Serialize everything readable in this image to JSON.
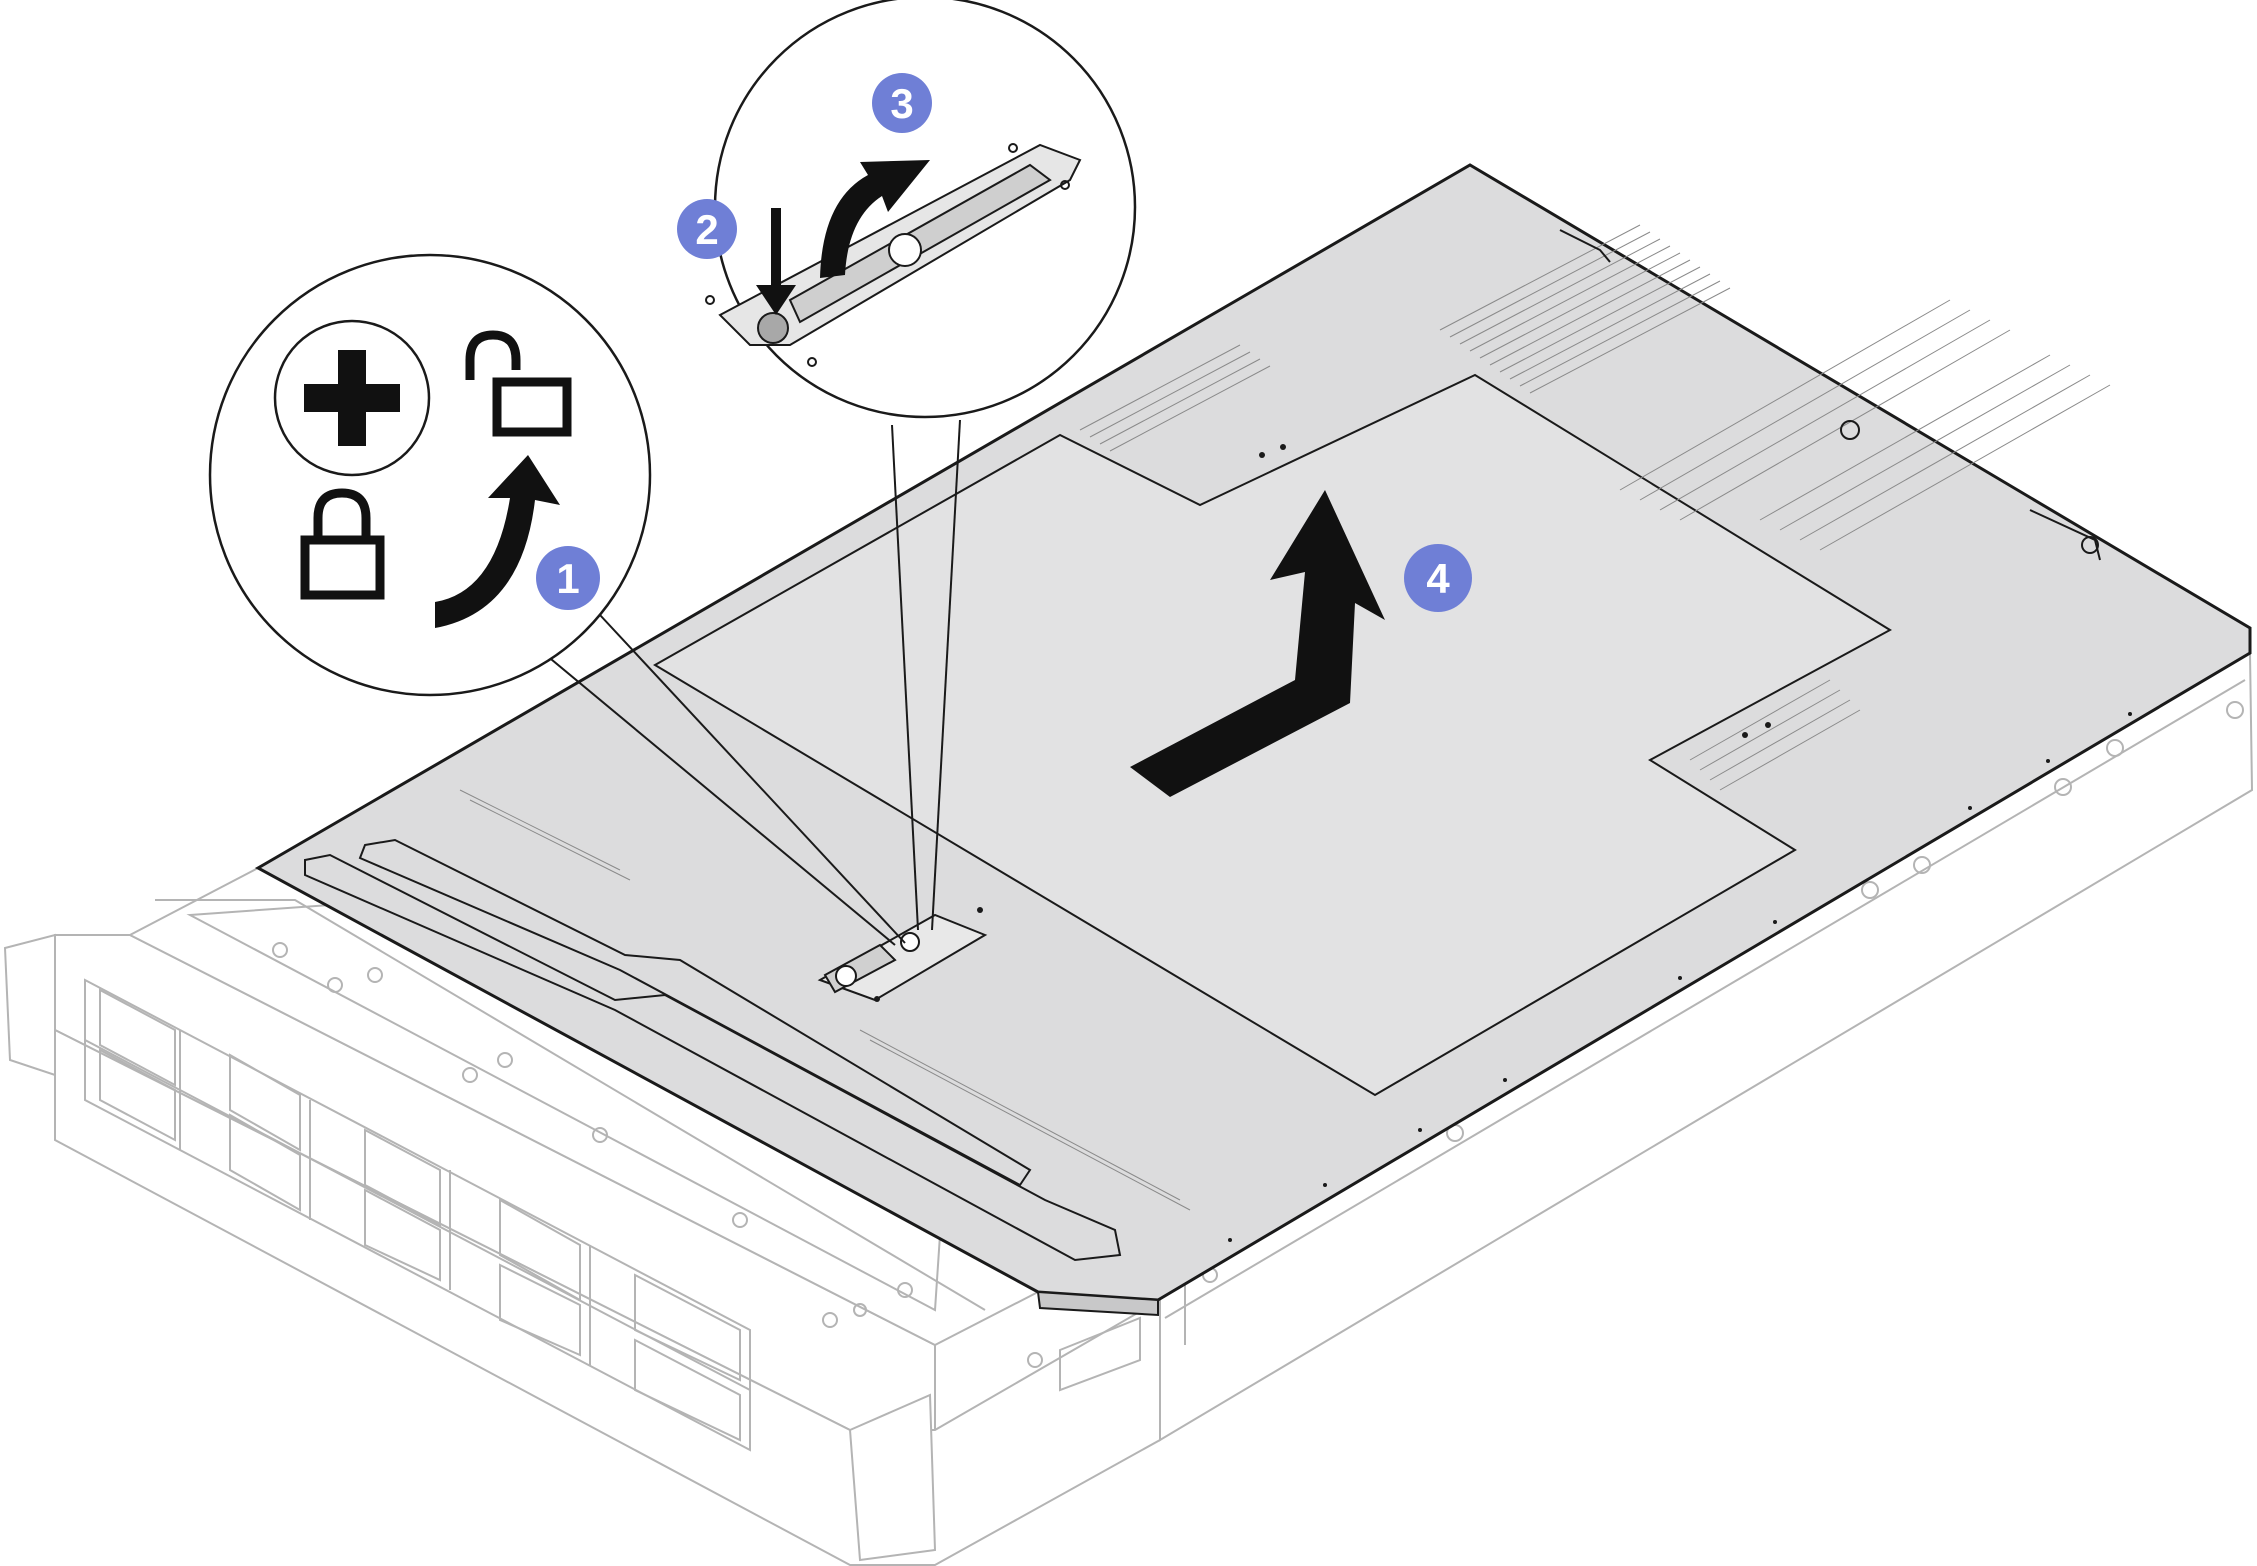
{
  "steps": [
    {
      "number": "1",
      "action": "rotate-latch-unlock",
      "icons": [
        "phillips-screwdriver-icon",
        "lock-icon",
        "unlock-icon"
      ]
    },
    {
      "number": "2",
      "action": "press-latch-button"
    },
    {
      "number": "3",
      "action": "lift-latch-handle"
    },
    {
      "number": "4",
      "action": "slide-cover-to-rear"
    }
  ],
  "colors": {
    "callout_badge": "#6f7fd6",
    "cover_fill": "#dcdcdd",
    "cover_inner_panel": "#e2e2e3",
    "chassis_line": "#b4b4b4",
    "outline": "#1a1a1a",
    "arrow": "#111111"
  }
}
